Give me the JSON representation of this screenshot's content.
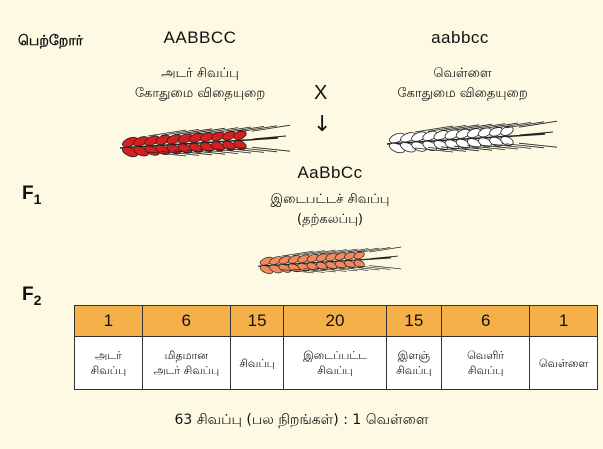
{
  "parents_label": "பெற்றோர்",
  "f1_label": "F",
  "f1_sub": "1",
  "f2_label": "F",
  "f2_sub": "2",
  "parent_left": {
    "genotype": "AABBCC",
    "line1": "அடர் சிவப்பு",
    "line2": "கோதுமை விதையுறை",
    "spike_color": "#d81f1f"
  },
  "cross_symbol": "X",
  "parent_right": {
    "genotype": "aabbcc",
    "line1": "வெள்ளை",
    "line2": "கோதுமை விதையுறை",
    "spike_color": "#ffffff"
  },
  "arrow": "↓",
  "f1": {
    "genotype": "AaBbCc",
    "line1": "இடைபட்டச் சிவப்பு",
    "line2": "(தற்கலப்பு)",
    "spike_color": "#f08a5c"
  },
  "f2_table": {
    "counts": [
      "1",
      "6",
      "15",
      "20",
      "15",
      "6",
      "1"
    ],
    "names": [
      [
        "அடர்",
        "சிவப்பு"
      ],
      [
        "மிதமான",
        "அடர் சிவப்பு"
      ],
      [
        "சிவப்பு",
        ""
      ],
      [
        "இடைப்பட்ட",
        "சிவப்பு"
      ],
      [
        "இளஞ்",
        "சிவப்பு"
      ],
      [
        "வெளிர்",
        "சிவப்பு"
      ],
      [
        "வெள்ளை",
        ""
      ]
    ],
    "header_color": "#f5b04a"
  },
  "ratio_text": "63 சிவப்பு (பல நிறங்கள்) : 1 வெள்ளை"
}
